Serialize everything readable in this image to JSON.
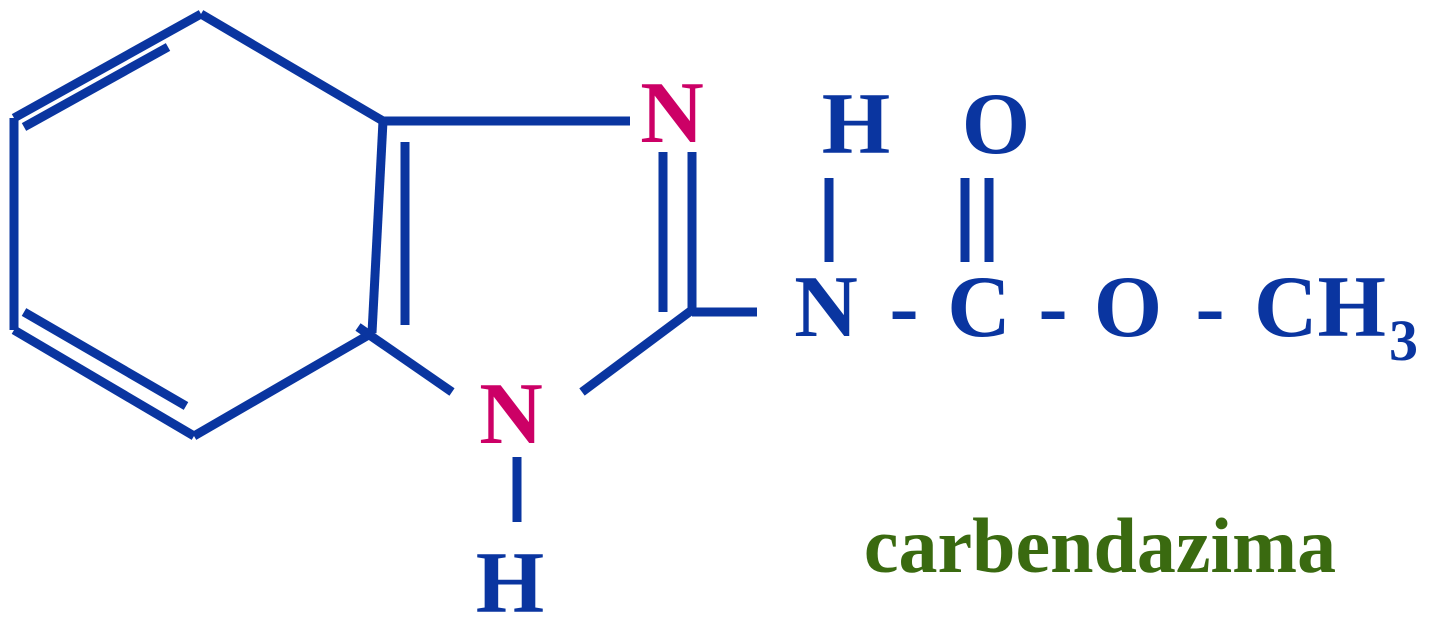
{
  "colors": {
    "bond": "#0a35a0",
    "ring_nitrogen": "#cc0066",
    "chain_atom": "#0a35a0",
    "compound_name": "#3a6a10"
  },
  "molecule": {
    "ring_n_top": "N",
    "ring_n_bottom": "N",
    "ring_nh_hydrogen": "H",
    "amide_h": "H",
    "carbonyl_o": "O",
    "chain": {
      "n": "N",
      "dash1": "-",
      "c": "C",
      "dash2": "-",
      "o": "O",
      "dash3": "-",
      "ch": "CH",
      "subscript": "3"
    }
  },
  "compound_name": "carbendazima"
}
